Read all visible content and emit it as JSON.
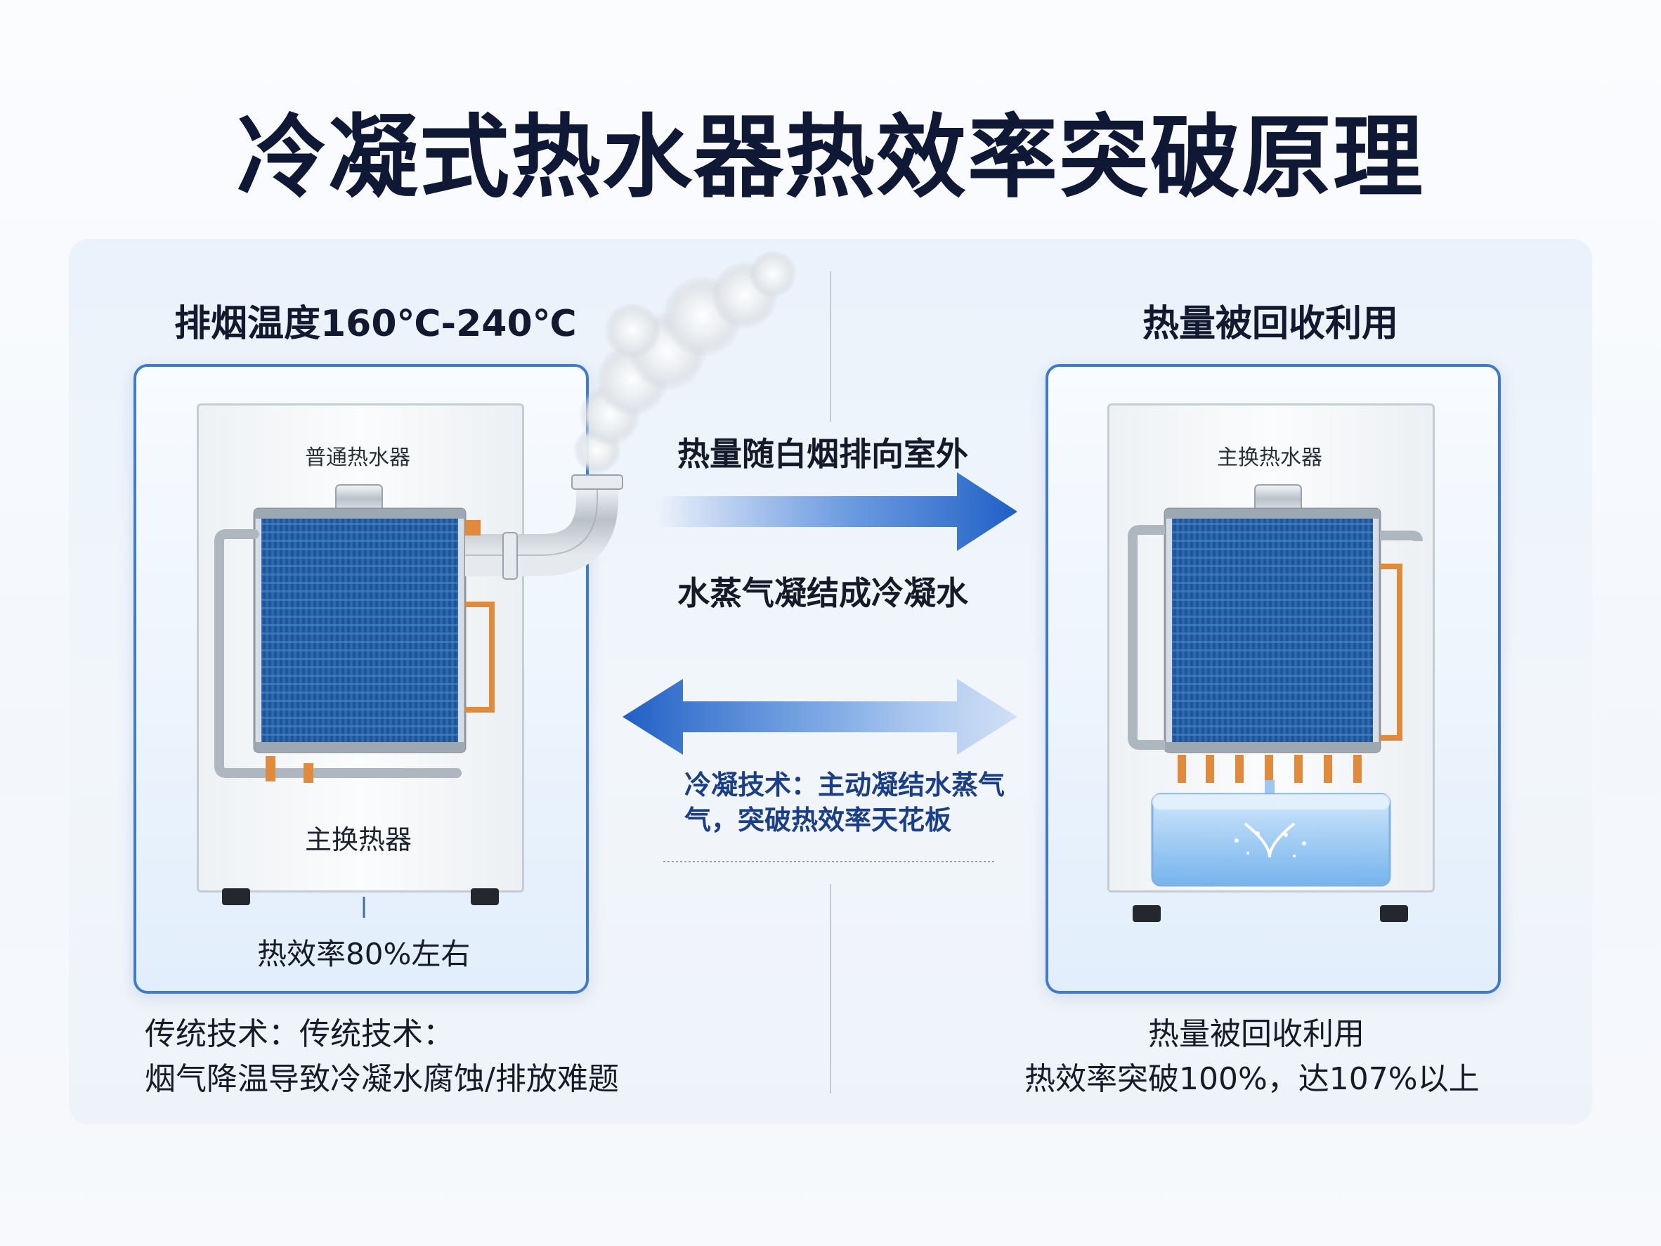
{
  "title": "冷凝式热水器热效率突破原理",
  "left": {
    "heading": "排烟温度160℃-240℃",
    "unit_label": "普通热水器",
    "exchanger_label": "主换热器",
    "efficiency": "热效率80%左右",
    "bottom_line1": "传统技术：传统技术：",
    "bottom_line2": "烟气降温导致冷凝水腐蚀/排放难题"
  },
  "middle": {
    "arrow_top_text": "热量随白烟排向室外",
    "steam_text": "水蒸气凝结成冷凝水",
    "note_line1": "冷凝技术：主动凝结水蒸气",
    "note_line2": "气，突破热效率天花板"
  },
  "right": {
    "heading": "热量被回收利用",
    "unit_label": "主换热水器",
    "bottom_line1": "热量被回收利用",
    "bottom_line2": "热效率突破100%，达107%以上"
  },
  "colors": {
    "panel_border": "#3f7bc9",
    "exchanger_blue": "#1f5aa0",
    "arrow_blue": "#2a6ad0",
    "copper": "#e08a3c",
    "note_blue": "#1a3f86"
  }
}
